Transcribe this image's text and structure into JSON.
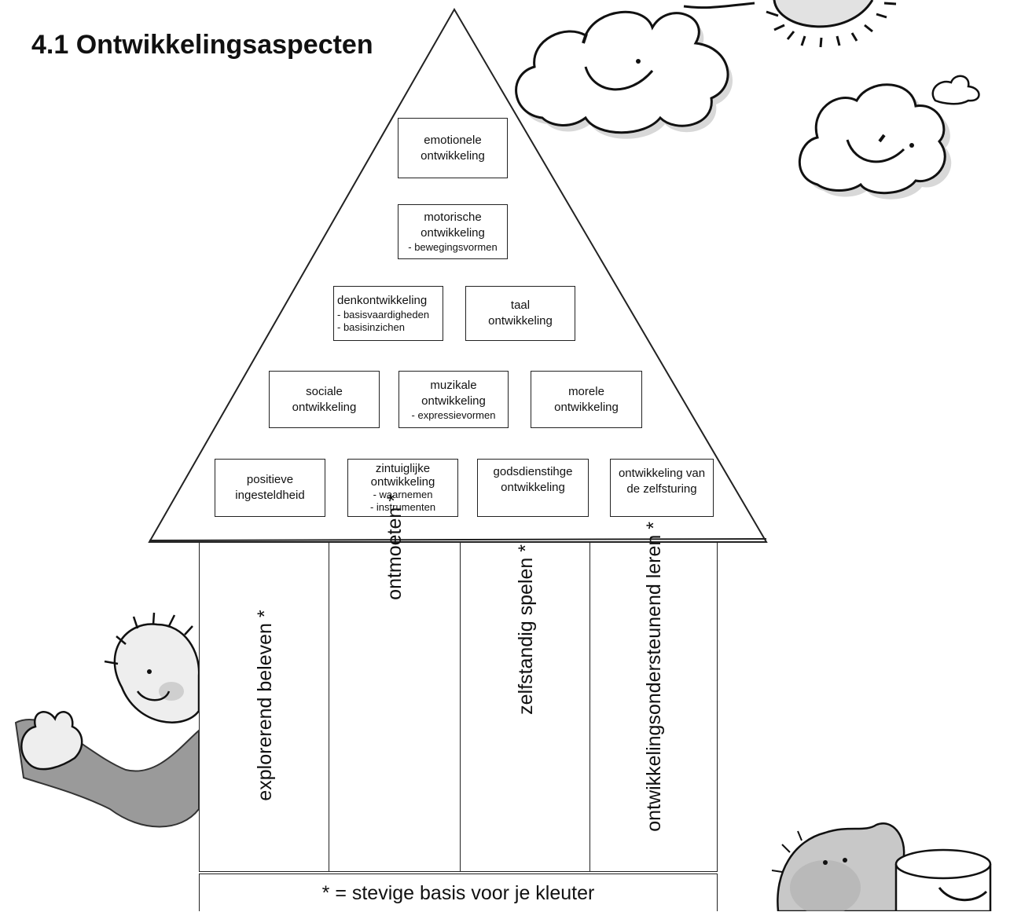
{
  "title": "4.1 Ontwikkelingsaspecten",
  "boxes": [
    {
      "lines": [
        "emotionele",
        "ontwikkeling"
      ],
      "sub": []
    },
    {
      "lines": [
        "motorische",
        "ontwikkeling"
      ],
      "sub": [
        "- bewegingsvormen"
      ]
    },
    {
      "lines": [
        "denkontwikkeling"
      ],
      "sub": [
        "- basisvaardigheden",
        "- basisinzichen"
      ]
    },
    {
      "lines": [
        "taal",
        "ontwikkeling"
      ],
      "sub": []
    },
    {
      "lines": [
        "sociale",
        "ontwikkeling"
      ],
      "sub": []
    },
    {
      "lines": [
        "muzikale",
        "ontwikkeling"
      ],
      "sub": [
        "- expressievormen"
      ]
    },
    {
      "lines": [
        "morele",
        "ontwikkeling"
      ],
      "sub": []
    },
    {
      "lines": [
        "positieve",
        "ingesteldheid"
      ],
      "sub": []
    },
    {
      "lines": [
        "zintuiglijke",
        "ontwikkeling"
      ],
      "sub": [
        "- waarnemen",
        "- instrumenten"
      ]
    },
    {
      "lines": [
        "godsdienstihge",
        "ontwikkeling"
      ],
      "sub": []
    },
    {
      "lines": [
        "ontwikkeling van",
        "de zelfsturing"
      ],
      "sub": []
    }
  ],
  "pillars": [
    {
      "label": "explorerend beleven",
      "marker": "*"
    },
    {
      "label": "ontmoeten",
      "marker": "*"
    },
    {
      "label": "zelfstandig spelen",
      "marker": "*"
    },
    {
      "label": "ontwikkelingsondersteunend leren",
      "marker": "*"
    }
  ],
  "footer": "*  =  stevige basis voor je kleuter",
  "colors": {
    "line": "#222222",
    "cloud_shadow": "#c8c8c8",
    "sweater": "#9a9a9a",
    "skin": "#eeeeee"
  },
  "illustrations": [
    "cloud-smiling",
    "sun",
    "small-cloud",
    "waving-child",
    "child-with-bucket"
  ]
}
